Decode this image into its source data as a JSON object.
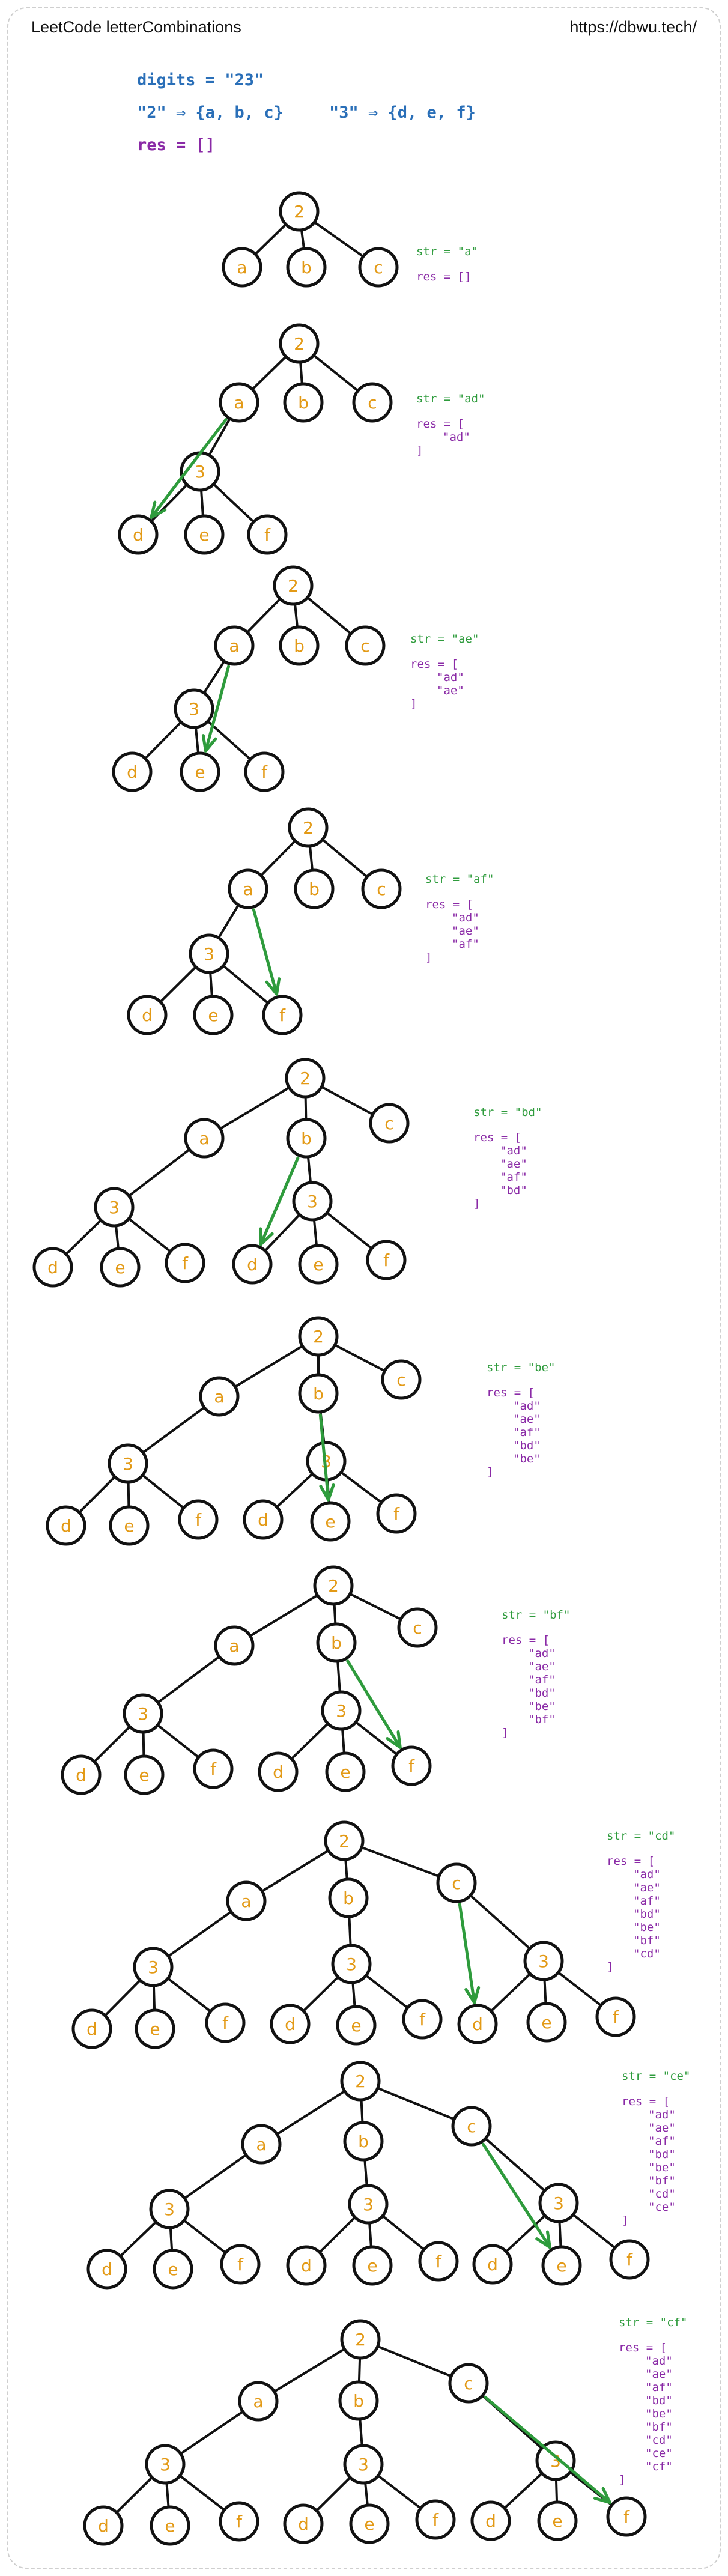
{
  "header": {
    "title": "LeetCode letterCombinations",
    "url": "https://dbwu.tech/"
  },
  "intro": {
    "digits_line": "digits = \"23\"",
    "map2_line": "\"2\" ⇒ {a, b, c}",
    "map3_line": "\"3\" ⇒ {d, e, f}",
    "res_line": "res = []"
  },
  "colors": {
    "blue": "#2a6fb8",
    "purple": "#8a2aa6",
    "green": "#2e9b3c",
    "node_text": "#e39a16",
    "arrow": "#2e9b3c",
    "edge": "#111111"
  },
  "node_labels": {
    "root": "2",
    "level1": [
      "a",
      "b",
      "c"
    ],
    "level2_parent": "3",
    "level2": [
      "d",
      "e",
      "f"
    ]
  },
  "steps": [
    {
      "str_line": "str = \"a\"",
      "res": [
        "res = []"
      ]
    },
    {
      "str_line": "str = \"ad\"",
      "res": [
        "res = [",
        "\"ad\"",
        "]"
      ]
    },
    {
      "str_line": "str = \"ae\"",
      "res": [
        "res = [",
        "\"ad\"",
        "\"ae\"",
        "]"
      ]
    },
    {
      "str_line": "str = \"af\"",
      "res": [
        "res = [",
        "\"ad\"",
        "\"ae\"",
        "\"af\"",
        "]"
      ]
    },
    {
      "str_line": "str = \"bd\"",
      "res": [
        "res = [",
        "\"ad\"",
        "\"ae\"",
        "\"af\"",
        "\"bd\"",
        "]"
      ]
    },
    {
      "str_line": "str = \"be\"",
      "res": [
        "res = [",
        "\"ad\"",
        "\"ae\"",
        "\"af\"",
        "\"bd\"",
        "\"be\"",
        "]"
      ]
    },
    {
      "str_line": "str = \"bf\"",
      "res": [
        "res = [",
        "\"ad\"",
        "\"ae\"",
        "\"af\"",
        "\"bd\"",
        "\"be\"",
        "\"bf\"",
        "]"
      ]
    },
    {
      "str_line": "str = \"cd\"",
      "res": [
        "res = [",
        "\"ad\"",
        "\"ae\"",
        "\"af\"",
        "\"bd\"",
        "\"be\"",
        "\"bf\"",
        "\"cd\"",
        "]"
      ]
    },
    {
      "str_line": "str = \"ce\"",
      "res": [
        "res = [",
        "\"ad\"",
        "\"ae\"",
        "\"af\"",
        "\"bd\"",
        "\"be\"",
        "\"bf\"",
        "\"cd\"",
        "\"ce\"",
        "]"
      ]
    },
    {
      "str_line": "str = \"cf\"",
      "res": [
        "res = [",
        "\"ad\"",
        "\"ae\"",
        "\"af\"",
        "\"bd\"",
        "\"be\"",
        "\"bf\"",
        "\"cd\"",
        "\"ce\"",
        "\"cf\"",
        "]"
      ]
    }
  ]
}
